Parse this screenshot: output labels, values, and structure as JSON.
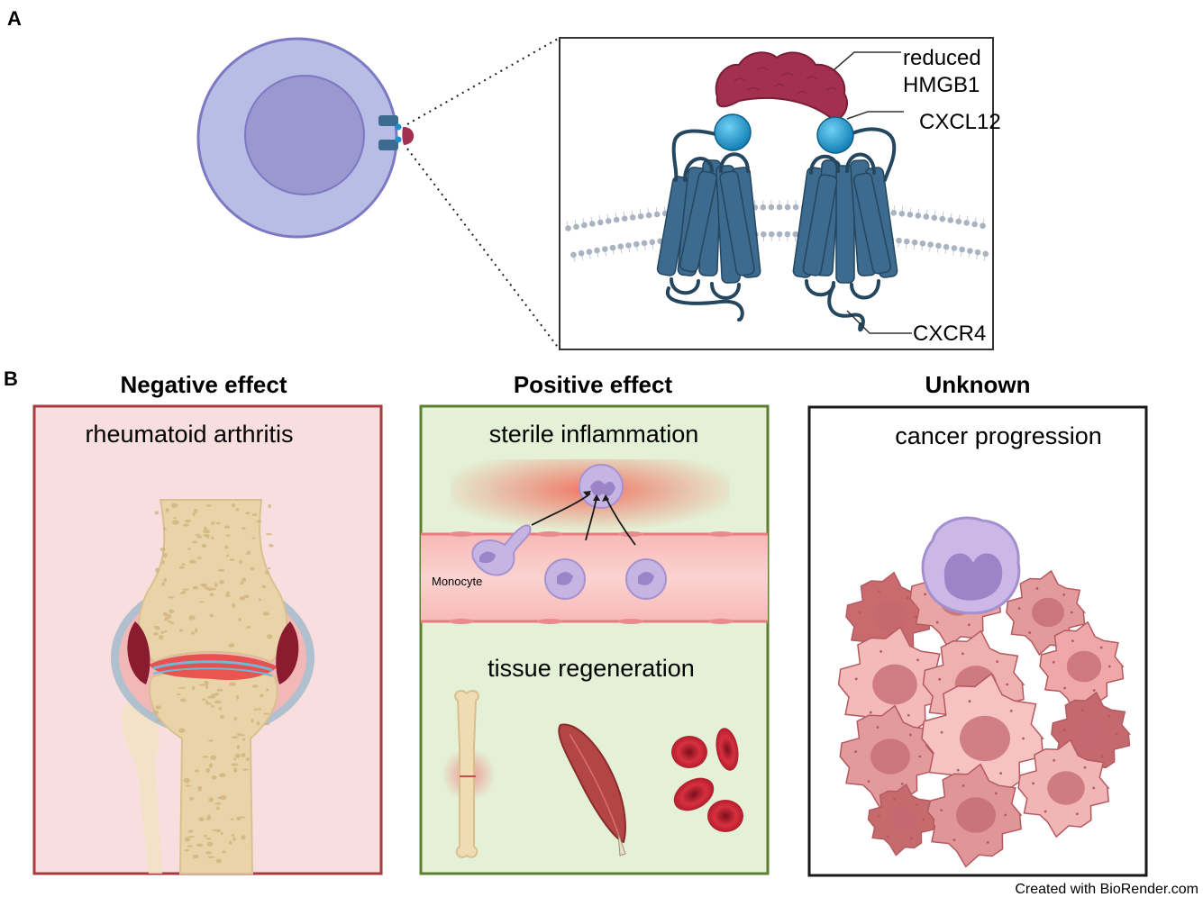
{
  "panel_a": {
    "letter": "A",
    "labels": {
      "hmgb1_line1": "reduced",
      "hmgb1_line2": "HMGB1",
      "cxcl12": "CXCL12",
      "cxcr4": "CXCR4"
    }
  },
  "panel_b": {
    "letter": "B",
    "columns": [
      {
        "title": "Negative effect",
        "box_label": "rheumatoid arthritis",
        "border_color": "#a93a3f",
        "fill_color": "#f8dede"
      },
      {
        "title": "Positive effect",
        "box_label_top": "sterile inflammation",
        "box_label_bottom": "tissue regeneration",
        "cell_label": "Monocyte",
        "border_color": "#5b7f2d",
        "fill_color": "#e4f1d6"
      },
      {
        "title": "Unknown",
        "box_label": "cancer progression",
        "border_color": "#1a1a1a",
        "fill_color": "#ffffff"
      }
    ]
  },
  "credit": "Created with BioRender.com",
  "colors": {
    "cell_body": "#b7bde4",
    "nucleus": "#9b98d0",
    "receptor": "#3c6b8f",
    "cxcl12": "#1e8fc9",
    "hmgb1": "#a3304f",
    "membrane_head": "#a9b3c2"
  }
}
